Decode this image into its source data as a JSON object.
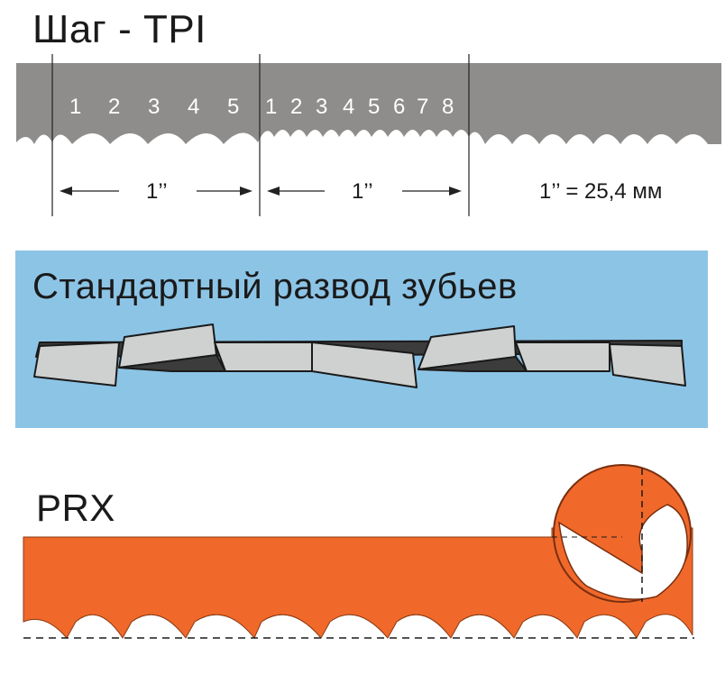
{
  "tpi_section": {
    "title": "Шаг - TPI",
    "inch_label": "1’’",
    "conversion": "1’’ = 25,4 мм",
    "segment_a_teeth": [
      "1",
      "2",
      "3",
      "4",
      "5"
    ],
    "segment_b_teeth": [
      "1",
      "2",
      "3",
      "4",
      "5",
      "6",
      "7",
      "8"
    ]
  },
  "set_section": {
    "title": "Стандартный развод зубьев"
  },
  "prx_section": {
    "title": "PRX"
  },
  "colors": {
    "blade_gray": "#8f8d8b",
    "panel_blue": "#8cc4e6",
    "prx_orange": "#f0692a",
    "tooth_light": "#cfd1d1",
    "tooth_dark": "#3c3c3c"
  }
}
